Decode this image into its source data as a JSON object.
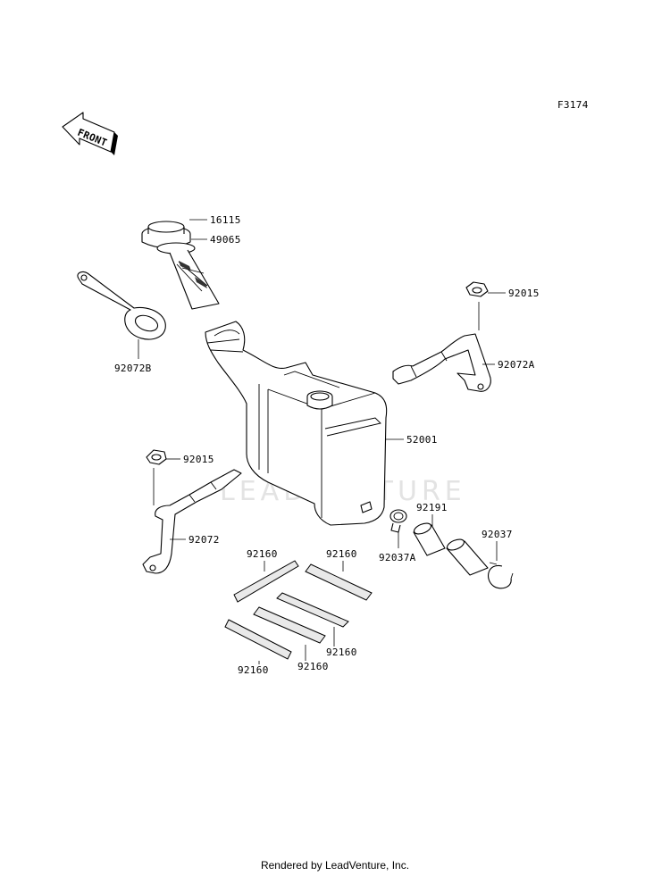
{
  "figure_code": "F3174",
  "front_label": "FRONT",
  "watermark": "LEADVENTURE",
  "footer": "Rendered by LeadVenture, Inc.",
  "callouts": [
    {
      "id": "16115"
    },
    {
      "id": "49065"
    },
    {
      "id": "92072B"
    },
    {
      "id": "92015"
    },
    {
      "id": "92072A"
    },
    {
      "id": "52001"
    },
    {
      "id": "92015"
    },
    {
      "id": "92072"
    },
    {
      "id": "92191"
    },
    {
      "id": "92037"
    },
    {
      "id": "92037A"
    },
    {
      "id": "92160"
    },
    {
      "id": "92160"
    },
    {
      "id": "92160"
    },
    {
      "id": "92160"
    },
    {
      "id": "92160"
    }
  ]
}
